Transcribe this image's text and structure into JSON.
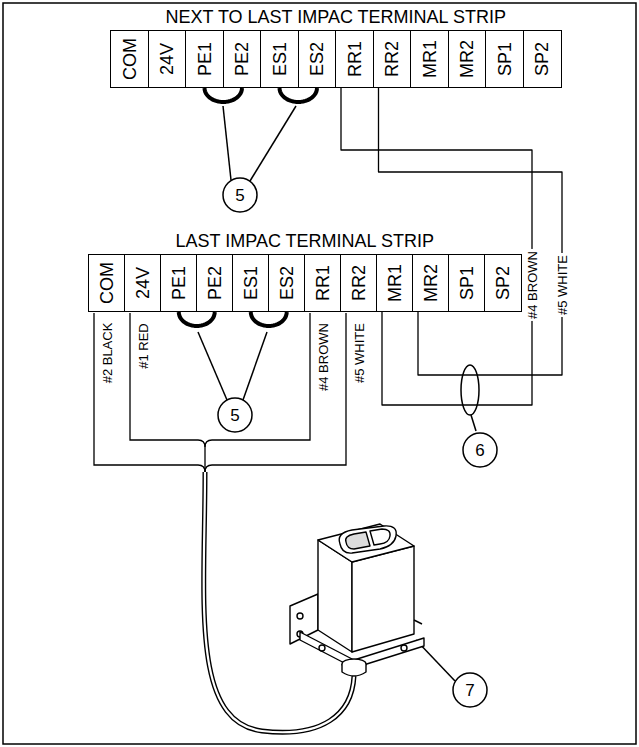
{
  "diagram": {
    "nodes": [
      {
        "text": [
          "NEXT TO LAST IMPAC TERMINAL STRIP"
        ]
      },
      {
        "text": [
          "COM"
        ],
        "in": 0
      },
      {
        "text": [
          "24V"
        ],
        "in": 0
      },
      {
        "text": [
          "PE1"
        ],
        "in": 0
      },
      {
        "text": [
          "PE2"
        ],
        "in": 0
      },
      {
        "text": [
          "ES1"
        ],
        "in": 0
      },
      {
        "text": [
          "ES2"
        ],
        "in": 0
      },
      {
        "text": [
          "RR1"
        ],
        "in": 0
      },
      {
        "text": [
          "RR2"
        ],
        "in": 0
      },
      {
        "text": [
          "MR1"
        ],
        "in": 0
      },
      {
        "text": [
          "MR2"
        ],
        "in": 0
      },
      {
        "text": [
          "SP1"
        ],
        "in": 0
      },
      {
        "text": [
          "SP2"
        ],
        "in": 0
      },
      {
        "text": [
          "LAST IMPAC TERMINAL STRIP"
        ]
      },
      {
        "text": [
          "COM"
        ],
        "in": 13
      },
      {
        "text": [
          "24V"
        ],
        "in": 13
      },
      {
        "text": [
          "PE1"
        ],
        "in": 13
      },
      {
        "text": [
          "PE2"
        ],
        "in": 13
      },
      {
        "text": [
          "ES1"
        ],
        "in": 13
      },
      {
        "text": [
          "ES2"
        ],
        "in": 13
      },
      {
        "text": [
          "RR1"
        ],
        "in": 13
      },
      {
        "text": [
          "RR2"
        ],
        "in": 13
      },
      {
        "text": [
          "MR1"
        ],
        "in": 13
      },
      {
        "text": [
          "MR2"
        ],
        "in": 13
      },
      {
        "text": [
          "SP1"
        ],
        "in": 13
      },
      {
        "text": [
          "SP2"
        ],
        "in": 13
      }
    ],
    "edges": [
      {
        "from": 3,
        "to": 4,
        "arrow": "none"
      },
      {
        "from": 5,
        "to": 6,
        "arrow": "none"
      },
      {
        "from": 16,
        "to": 17,
        "arrow": "none"
      },
      {
        "from": 18,
        "to": 19,
        "arrow": "none"
      },
      {
        "from": 7,
        "to": 22,
        "label": "#4 BROWN",
        "arrow": "none"
      },
      {
        "from": 8,
        "to": 23,
        "label": "#5 WHITE",
        "arrow": "none"
      }
    ],
    "labels": [
      "5",
      "5",
      "6",
      "7",
      "#2 BLACK",
      "#1 RED",
      "#4 BROWN",
      "#5 WHITE"
    ]
  }
}
